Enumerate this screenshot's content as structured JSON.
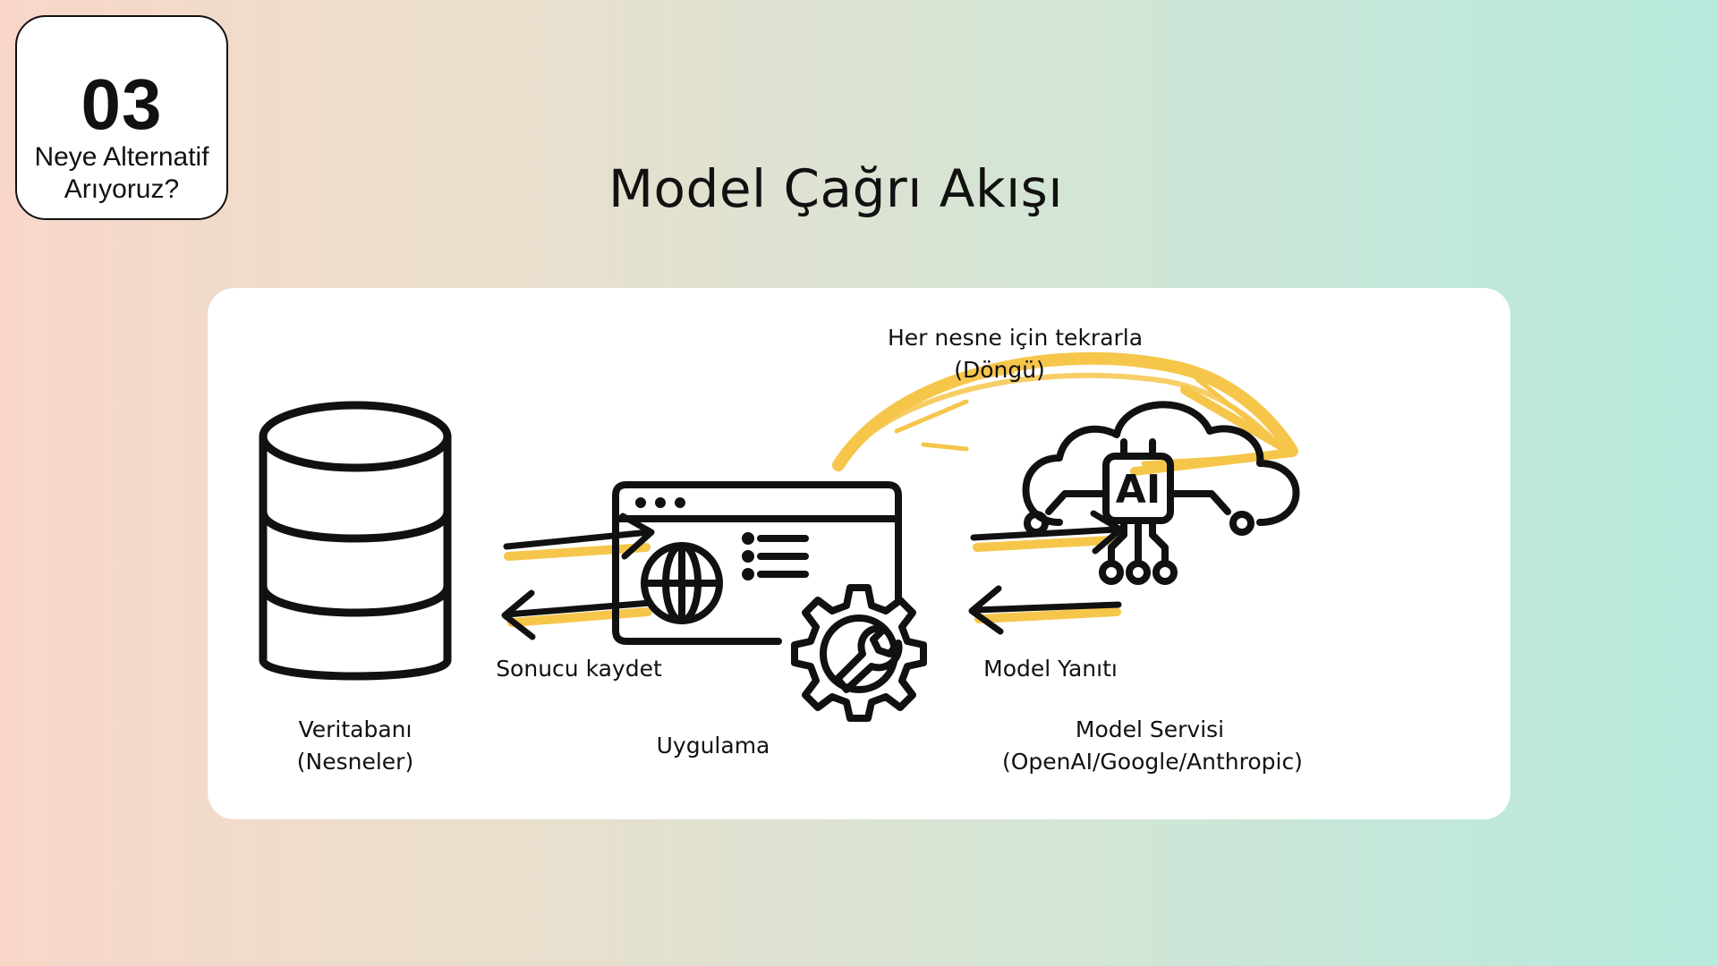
{
  "badge": {
    "number": "03",
    "line1": "Neye Alternatif",
    "line2": "Arıyoruz?"
  },
  "title": "Model Çağrı Akışı",
  "diagram": {
    "loop_label_line1": "Her nesne için tekrarla",
    "loop_label_line2": "(Döngü)",
    "database_label_line1": "Veritabanı",
    "database_label_line2": "(Nesneler)",
    "save_arrow_label": "Sonucu kaydet",
    "app_label": "Uygulama",
    "response_arrow_label": "Model Yanıtı",
    "service_label_line1": "Model Servisi",
    "service_label_line2": "(OpenAI/Google/Anthropic)",
    "ai_chip_text": "AI"
  },
  "colors": {
    "accent_yellow": "#f6c64b",
    "ink": "#111111",
    "card": "#ffffff"
  },
  "icons": [
    "database-icon",
    "browser-settings-icon",
    "gear-wrench-icon",
    "ai-cloud-icon"
  ]
}
